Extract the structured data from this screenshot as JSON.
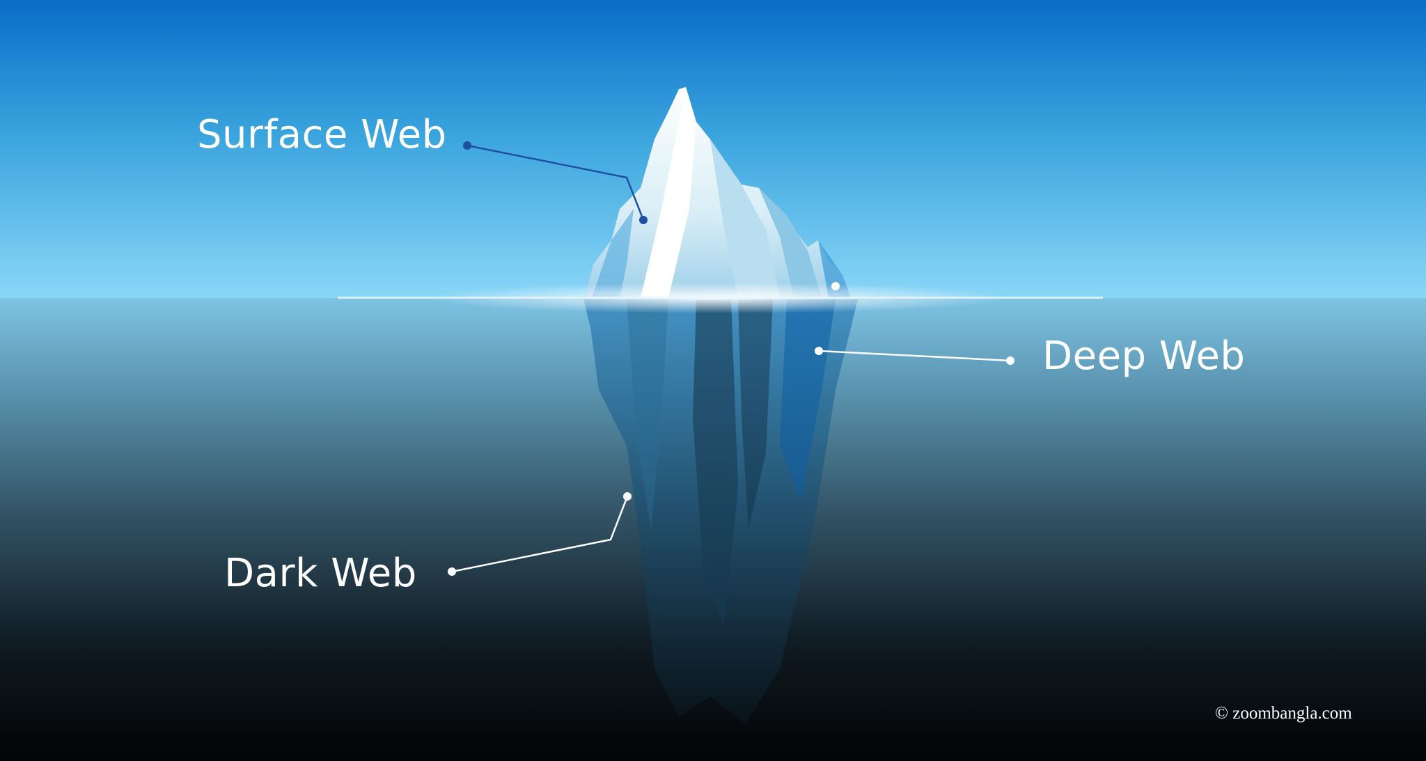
{
  "labels": {
    "surface": "Surface Web",
    "deep": "Deep Web",
    "dark": "Dark Web"
  },
  "watermark": "© zoombangla.com",
  "colors": {
    "sky_top": "#0a6cc8",
    "sky_horizon": "#8ad4f6",
    "water_mid": "#4e7e95",
    "water_bottom": "#030405",
    "surface_marker": "#1e4fa0",
    "marker": "#ffffff"
  }
}
